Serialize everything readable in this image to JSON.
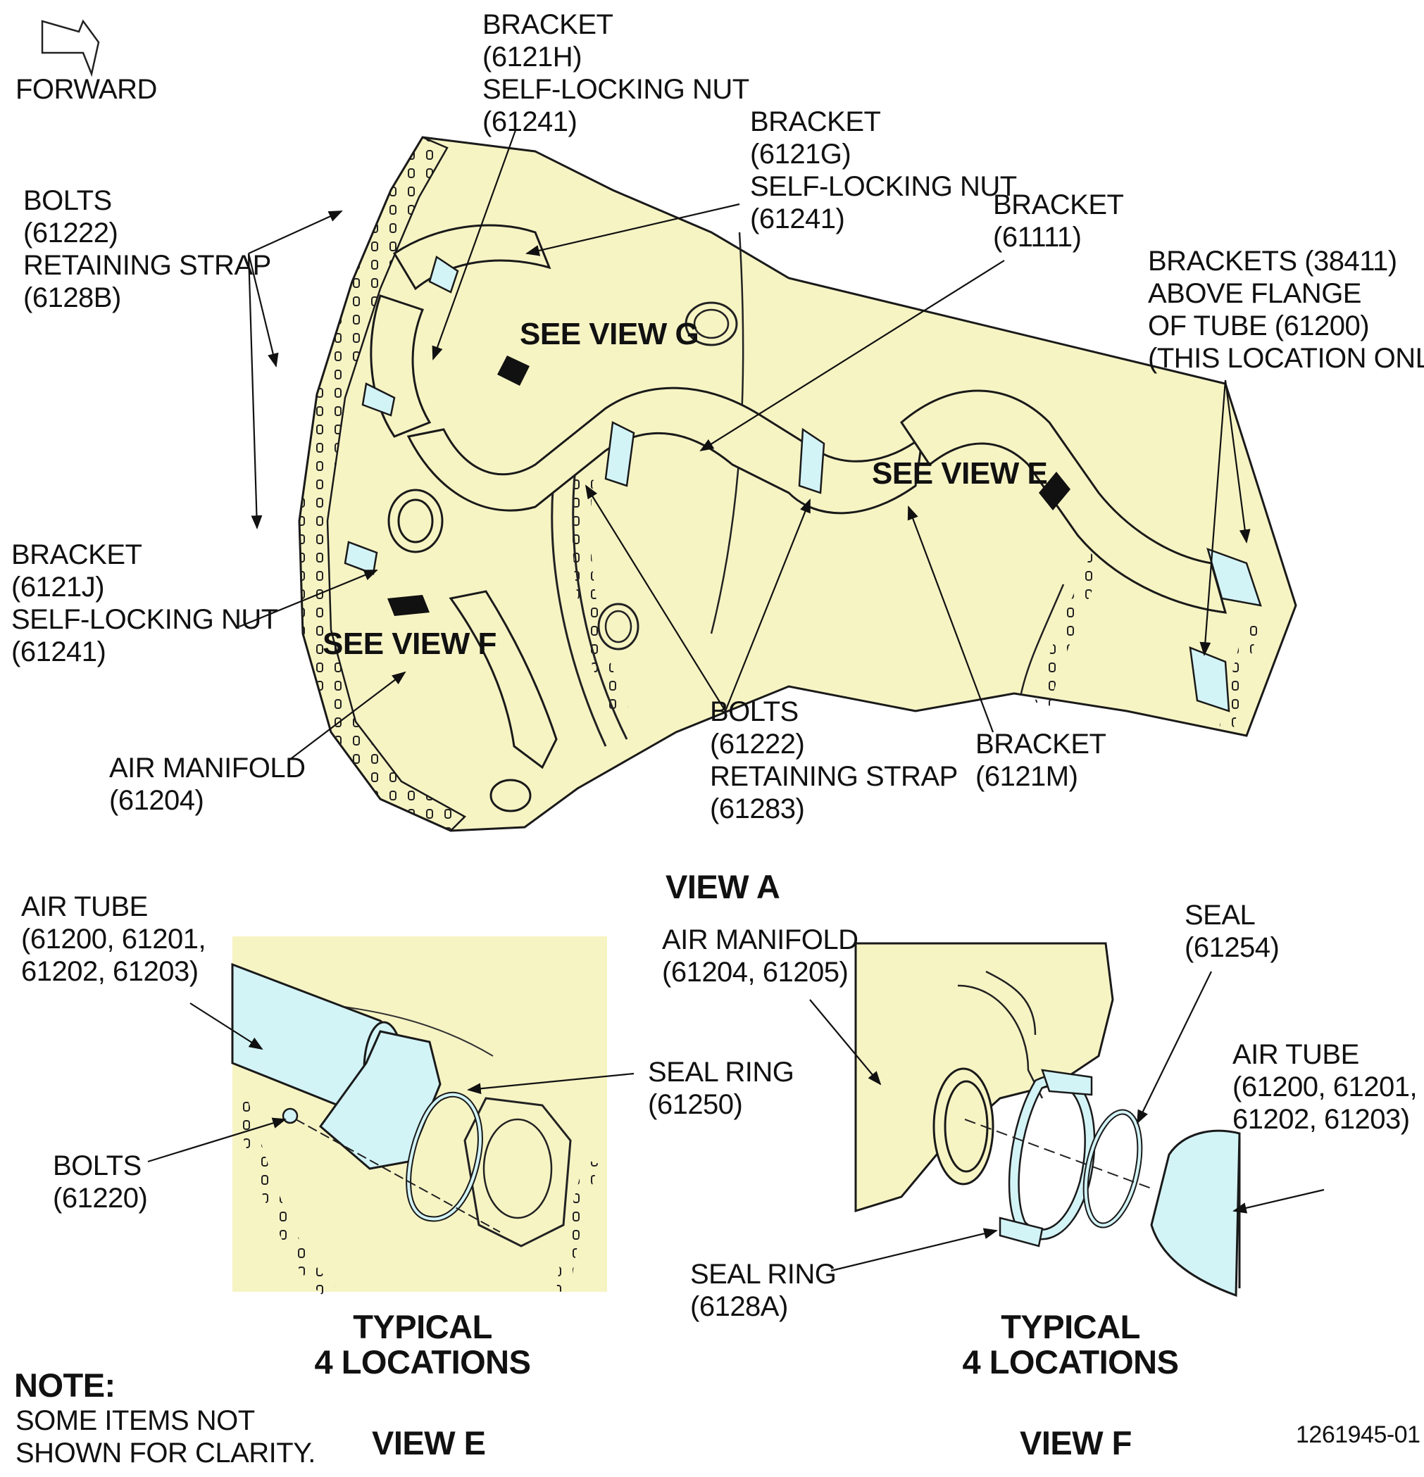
{
  "colors": {
    "engine_fill": "#f7f4c4",
    "tube_fill": "#d3f4f7",
    "line": "#1a1a1a",
    "background": "#ffffff"
  },
  "forward": {
    "label": "FORWARD"
  },
  "callouts": {
    "bracket_6121h": [
      "BRACKET",
      "(6121H)",
      "SELF-LOCKING NUT",
      "(61241)"
    ],
    "bracket_6121g": [
      "BRACKET",
      "(6121G)",
      "SELF-LOCKING NUT",
      "(61241)"
    ],
    "bracket_61111": [
      "BRACKET",
      "(61111)"
    ],
    "brackets_38411": [
      "BRACKETS (38411)",
      "ABOVE FLANGE",
      "OF TUBE (61200)",
      "(THIS LOCATION ONLY)"
    ],
    "bolts_strap_6128b": [
      "BOLTS",
      "(61222)",
      "RETAINING STRAP",
      "(6128B)"
    ],
    "bracket_6121j": [
      "BRACKET",
      "(6121J)",
      "SELF-LOCKING NUT",
      "(61241)"
    ],
    "air_manifold_61204": [
      "AIR MANIFOLD",
      "(61204)"
    ],
    "bolts_strap_61283": [
      "BOLTS",
      "(61222)",
      "RETAINING STRAP",
      "(61283)"
    ],
    "bracket_6121m": [
      "BRACKET",
      "(6121M)"
    ],
    "air_tube_e": [
      "AIR TUBE",
      "(61200, 61201,",
      "61202, 61203)"
    ],
    "seal_ring_61250": [
      "SEAL RING",
      "(61250)"
    ],
    "bolts_61220": [
      "BOLTS",
      "(61220)"
    ],
    "air_manifold_f": [
      "AIR MANIFOLD",
      "(61204, 61205)"
    ],
    "seal_61254": [
      "SEAL",
      "(61254)"
    ],
    "air_tube_f": [
      "AIR TUBE",
      "(61200, 61201,",
      "61202, 61203)"
    ],
    "seal_ring_6128a": [
      "SEAL RING",
      "(6128A)"
    ]
  },
  "see_views": {
    "g": "SEE VIEW G",
    "e": "SEE VIEW E",
    "f": "SEE VIEW F"
  },
  "view_titles": {
    "view_a": "VIEW A",
    "typical_e": [
      "TYPICAL",
      "4 LOCATIONS"
    ],
    "view_e": "VIEW E",
    "typical_f": [
      "TYPICAL",
      "4 LOCATIONS"
    ],
    "view_f": "VIEW F"
  },
  "note": {
    "title": "NOTE:",
    "lines": [
      "SOME ITEMS NOT",
      "SHOWN FOR CLARITY."
    ]
  },
  "figure_id": "1261945-01"
}
